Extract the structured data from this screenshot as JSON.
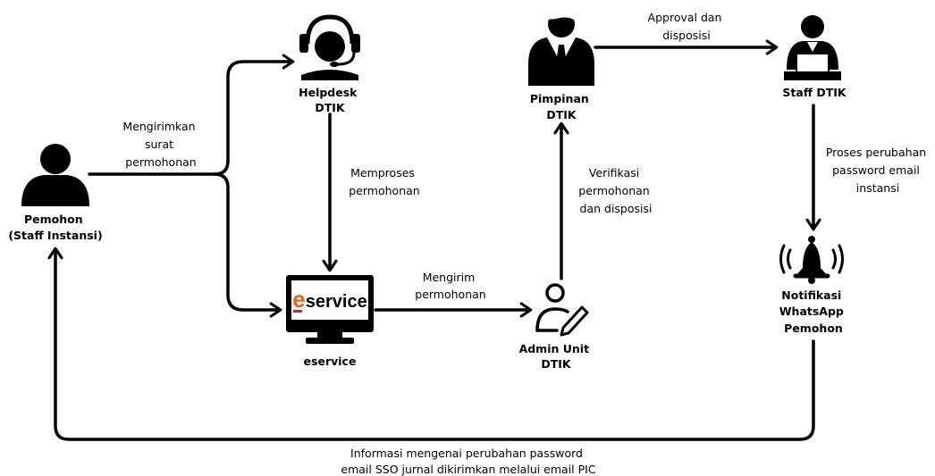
{
  "nodes": {
    "pemohon": {
      "line1": "Pemohon",
      "line2": "(Staff Instansi)",
      "icon": "person-icon"
    },
    "helpdesk": {
      "line1": "Helpdesk",
      "line2": "DTIK",
      "icon": "headset-agent-icon"
    },
    "eservice": {
      "line1": "eservice",
      "logo_e": "e",
      "logo_rest": "service",
      "icon": "monitor-icon"
    },
    "admin": {
      "line1": "Admin Unit",
      "line2": "DTIK",
      "icon": "user-edit-icon"
    },
    "pimpinan": {
      "line1": "Pimpinan",
      "line2": "DTIK",
      "icon": "businessman-icon"
    },
    "staff_dtik": {
      "line1": "Staff DTIK",
      "icon": "worker-at-desk-icon"
    },
    "notifikasi": {
      "line1": "Notifikasi",
      "line2": "WhatsApp",
      "line3": "Pemohon",
      "icon": "ringing-bell-icon"
    }
  },
  "edges": {
    "mengirimkan": {
      "line1": "Mengirimkan",
      "line2": "surat",
      "line3": "permohonan"
    },
    "memproses": {
      "line1": "Memproses",
      "line2": "permohonan"
    },
    "mengirim": {
      "line1": "Mengirim",
      "line2": "permohonan"
    },
    "verifikasi": {
      "line1": "Verifikasi",
      "line2": "permohonan",
      "line3": "dan disposisi"
    },
    "approval": {
      "line1": "Approval dan",
      "line2": "disposisi"
    },
    "proses": {
      "line1": "Proses perubahan",
      "line2": "password email",
      "line3": "instansi"
    },
    "informasi": {
      "line1": "Informasi mengenai perubahan password",
      "line2": "email SSO jurnal dikirimkan melalui email PIC"
    }
  },
  "colors": {
    "line": "#000000",
    "logo_orange": "#e8621c",
    "logo_red": "#c0282d",
    "screen_white": "#ffffff"
  }
}
